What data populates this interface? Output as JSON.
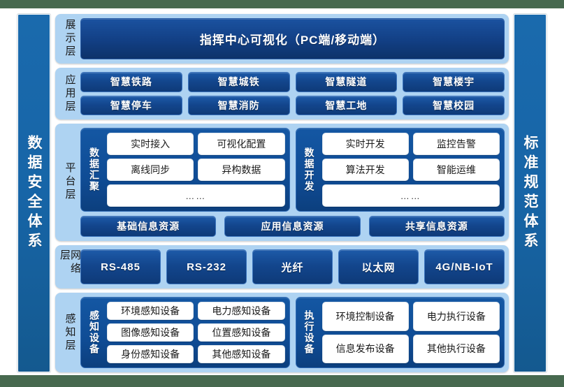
{
  "left_pillar": {
    "label": "数据安全体系"
  },
  "right_pillar": {
    "label": "标准规范体系"
  },
  "layers": {
    "presentation": {
      "label": "展示层",
      "banner": "指挥中心可视化（PC端/移动端）"
    },
    "application": {
      "label": "应用层",
      "items": [
        "智慧铁路",
        "智慧城铁",
        "智慧隧道",
        "智慧楼宇",
        "智慧停车",
        "智慧消防",
        "智慧工地",
        "智慧校园"
      ]
    },
    "platform": {
      "label": "平台层",
      "groups": [
        {
          "title": "数据汇聚",
          "items": [
            "实时接入",
            "可视化配置",
            "离线同步",
            "异构数据"
          ],
          "more": "……"
        },
        {
          "title": "数据开发",
          "items": [
            "实时开发",
            "监控告警",
            "算法开发",
            "智能运维"
          ],
          "more": "……"
        }
      ],
      "resources": [
        "基础信息资源",
        "应用信息资源",
        "共享信息资源"
      ]
    },
    "network": {
      "label": "网络层",
      "items": [
        "RS-485",
        "RS-232",
        "光纤",
        "以太网",
        "4G/NB-IoT"
      ]
    },
    "perception": {
      "label": "感知层",
      "groups": [
        {
          "title": "感知设备",
          "items": [
            "环境感知设备",
            "电力感知设备",
            "图像感知设备",
            "位置感知设备",
            "身份感知设备",
            "其他感知设备"
          ]
        },
        {
          "title": "执行设备",
          "items": [
            "环境控制设备",
            "电力执行设备",
            "信息发布设备",
            "其他执行设备"
          ]
        }
      ]
    }
  },
  "colors": {
    "page_background": "#47694f",
    "sheet": "#ffffff",
    "panel_light_blue": "#aed3f2",
    "pillar_blue": "#1a6aad",
    "group_blue": "#0f4c95",
    "button_navy": "#13468d",
    "box_white": "#ffffff"
  }
}
